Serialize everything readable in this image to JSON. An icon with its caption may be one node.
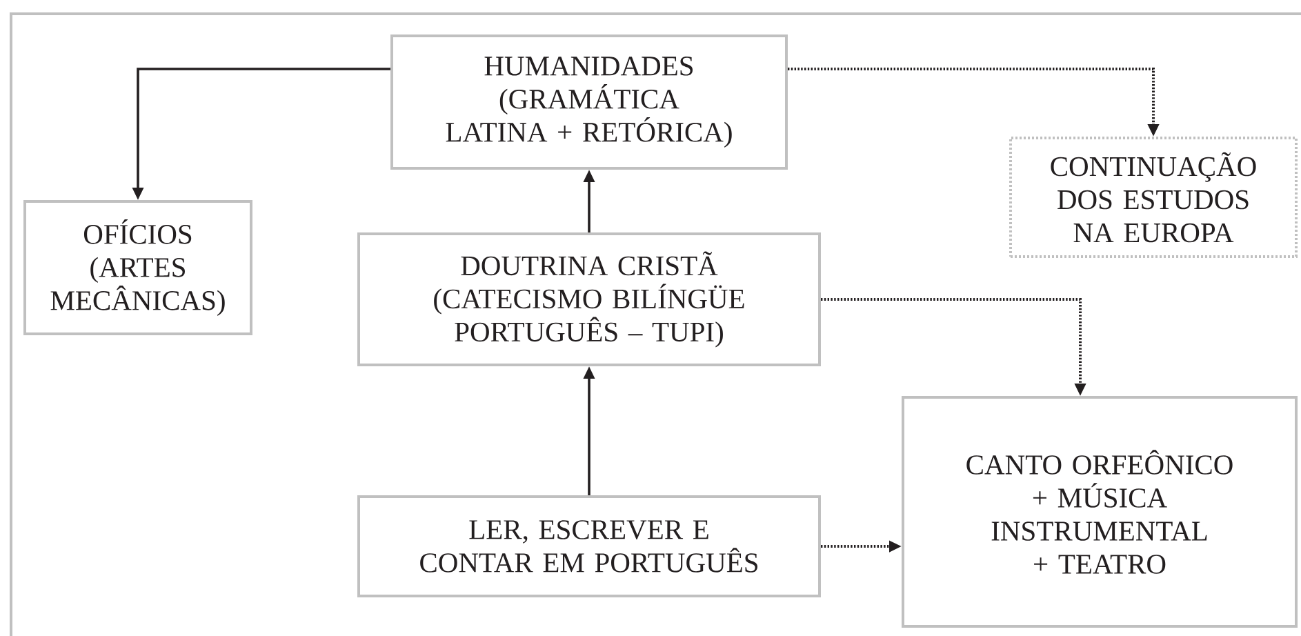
{
  "diagram": {
    "nodes": [
      {
        "text": [
          "HUMANIDADES (GRAMÁTICA LATINA + RETÓRICA)"
        ]
      },
      {
        "text": [
          "OFÍCIOS (ARTES MECÂNICAS)"
        ]
      },
      {
        "text": [
          "CONTINUAÇÃO DOS ESTUDOS NA EUROPA"
        ]
      },
      {
        "text": [
          "DOUTRINA CRISTÃ (CATECISMO BILÍNGÜE PORTUGUÊS – TUPI)"
        ]
      },
      {
        "text": [
          "CANTO ORFEÔNICO + MÚSICA INSTRUMENTAL + TEATRO"
        ]
      },
      {
        "text": [
          "LER, ESCREVER E CONTAR EM PORTUGUÊS"
        ]
      }
    ],
    "edges": [
      {
        "from": 0,
        "to": 1,
        "arrow": "to"
      },
      {
        "from": 0,
        "to": 2,
        "arrow": "to",
        "style": "dashed"
      },
      {
        "from": 3,
        "to": 0,
        "arrow": "to"
      },
      {
        "from": 3,
        "to": 4,
        "arrow": "to",
        "style": "dashed"
      },
      {
        "from": 5,
        "to": 3,
        "arrow": "to"
      },
      {
        "from": 5,
        "to": 4,
        "arrow": "to",
        "style": "dashed"
      }
    ]
  }
}
